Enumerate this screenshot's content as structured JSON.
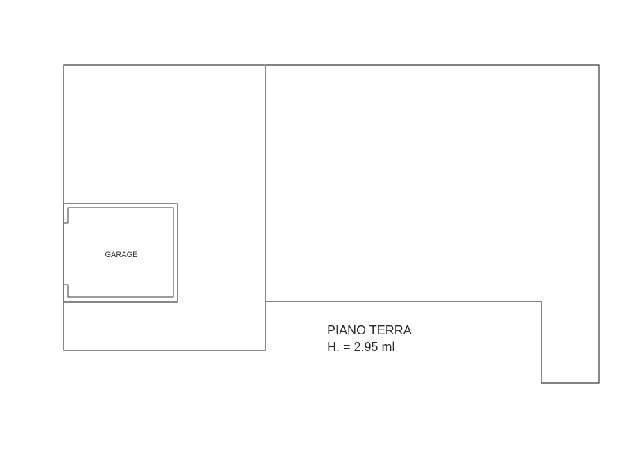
{
  "plan": {
    "garage_label": "GARAGE",
    "floor_name": "PIANO TERRA",
    "floor_height": "H. = 2.95 ml"
  },
  "colors": {
    "line": "#3a3a3a",
    "text": "#2a2a2a",
    "background": "#ffffff"
  }
}
